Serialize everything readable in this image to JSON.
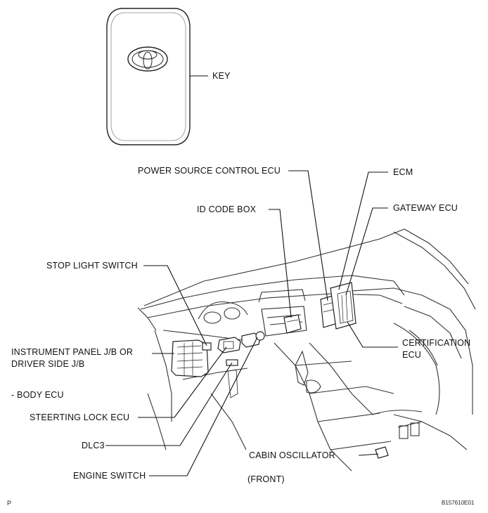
{
  "labels": {
    "key": "KEY",
    "power_source_control_ecu": "POWER SOURCE CONTROL ECU",
    "ecm": "ECM",
    "id_code_box": "ID CODE BOX",
    "gateway_ecu": "GATEWAY ECU",
    "stop_light_switch": "STOP LIGHT SWITCH",
    "instrument_panel_jb_line1": "INSTRUMENT PANEL J/B OR",
    "instrument_panel_jb_line2": "DRIVER SIDE J/B",
    "body_ecu": "- BODY ECU",
    "certification_ecu_line1": "CERTIFICATION",
    "certification_ecu_line2": "ECU",
    "steering_lock_ecu": "STEERTING LOCK ECU",
    "dlc3": "DLC3",
    "cabin_oscillator": "CABIN OSCILLATOR",
    "engine_switch": "ENGINE SWITCH",
    "front": "(FRONT)"
  },
  "footer": {
    "page_marker": "P",
    "figure_id": "B157610E01"
  },
  "colors": {
    "line": "#111111",
    "drawing": "#333333",
    "ghost": "#9a9a9a"
  }
}
